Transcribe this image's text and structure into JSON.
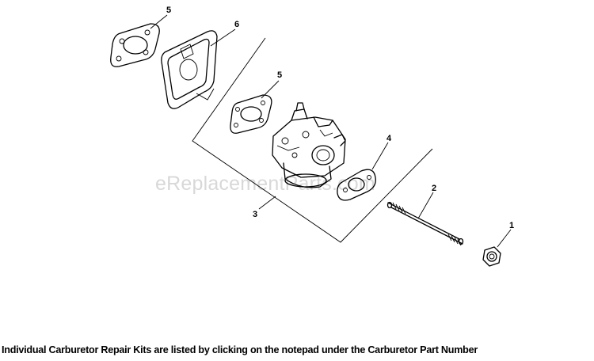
{
  "watermark": "eReplacementParts.com",
  "caption": "Individual Carburetor Repair Kits are listed by clicking on the notepad under the Carburetor Part Number",
  "callouts": {
    "gasket_top": "5",
    "air_cleaner_base": "6",
    "gasket_mid": "5",
    "carburetor_assembly": "3",
    "gasket_carb": "4",
    "stud": "2",
    "nut": "1"
  },
  "icons": [
    "gasket-icon",
    "air-cleaner-base-icon",
    "carburetor-icon",
    "stud-icon",
    "nut-icon"
  ]
}
